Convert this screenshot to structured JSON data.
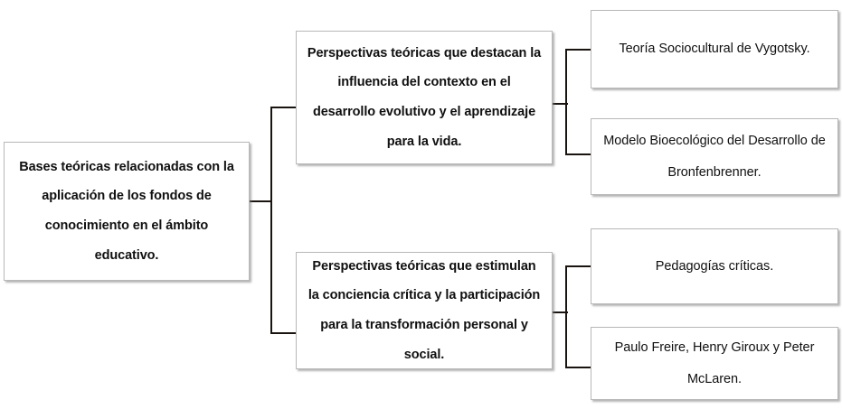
{
  "diagram": {
    "type": "hierarchy-tree",
    "orientation": "left-to-right",
    "colors": {
      "box_border": "#b8b8b8",
      "box_fill": "#ffffff",
      "connector": "#1a1410",
      "text": "#101010"
    },
    "root": {
      "label": "Bases teóricas relacionadas con la aplicación de los fondos de conocimiento en el ámbito educativo.",
      "emphasis": "bold"
    },
    "branches": [
      {
        "label": "Perspectivas teóricas que destacan la influencia del contexto en el desarrollo evolutivo y el aprendizaje para la vida.",
        "emphasis": "bold",
        "leaves": [
          {
            "label": "Teoría Sociocultural de Vygotsky.",
            "emphasis": "regular"
          },
          {
            "label": "Modelo Bioecológico del Desarrollo de Bronfenbrenner.",
            "emphasis": "regular"
          }
        ]
      },
      {
        "label": "Perspectivas teóricas que estimulan la conciencia crítica y la participación para la transformación personal y social.",
        "emphasis": "bold",
        "leaves": [
          {
            "label": "Pedagogías críticas.",
            "emphasis": "regular"
          },
          {
            "label": "Paulo Freire, Henry Giroux y Peter McLaren.",
            "emphasis": "regular"
          }
        ]
      }
    ]
  }
}
